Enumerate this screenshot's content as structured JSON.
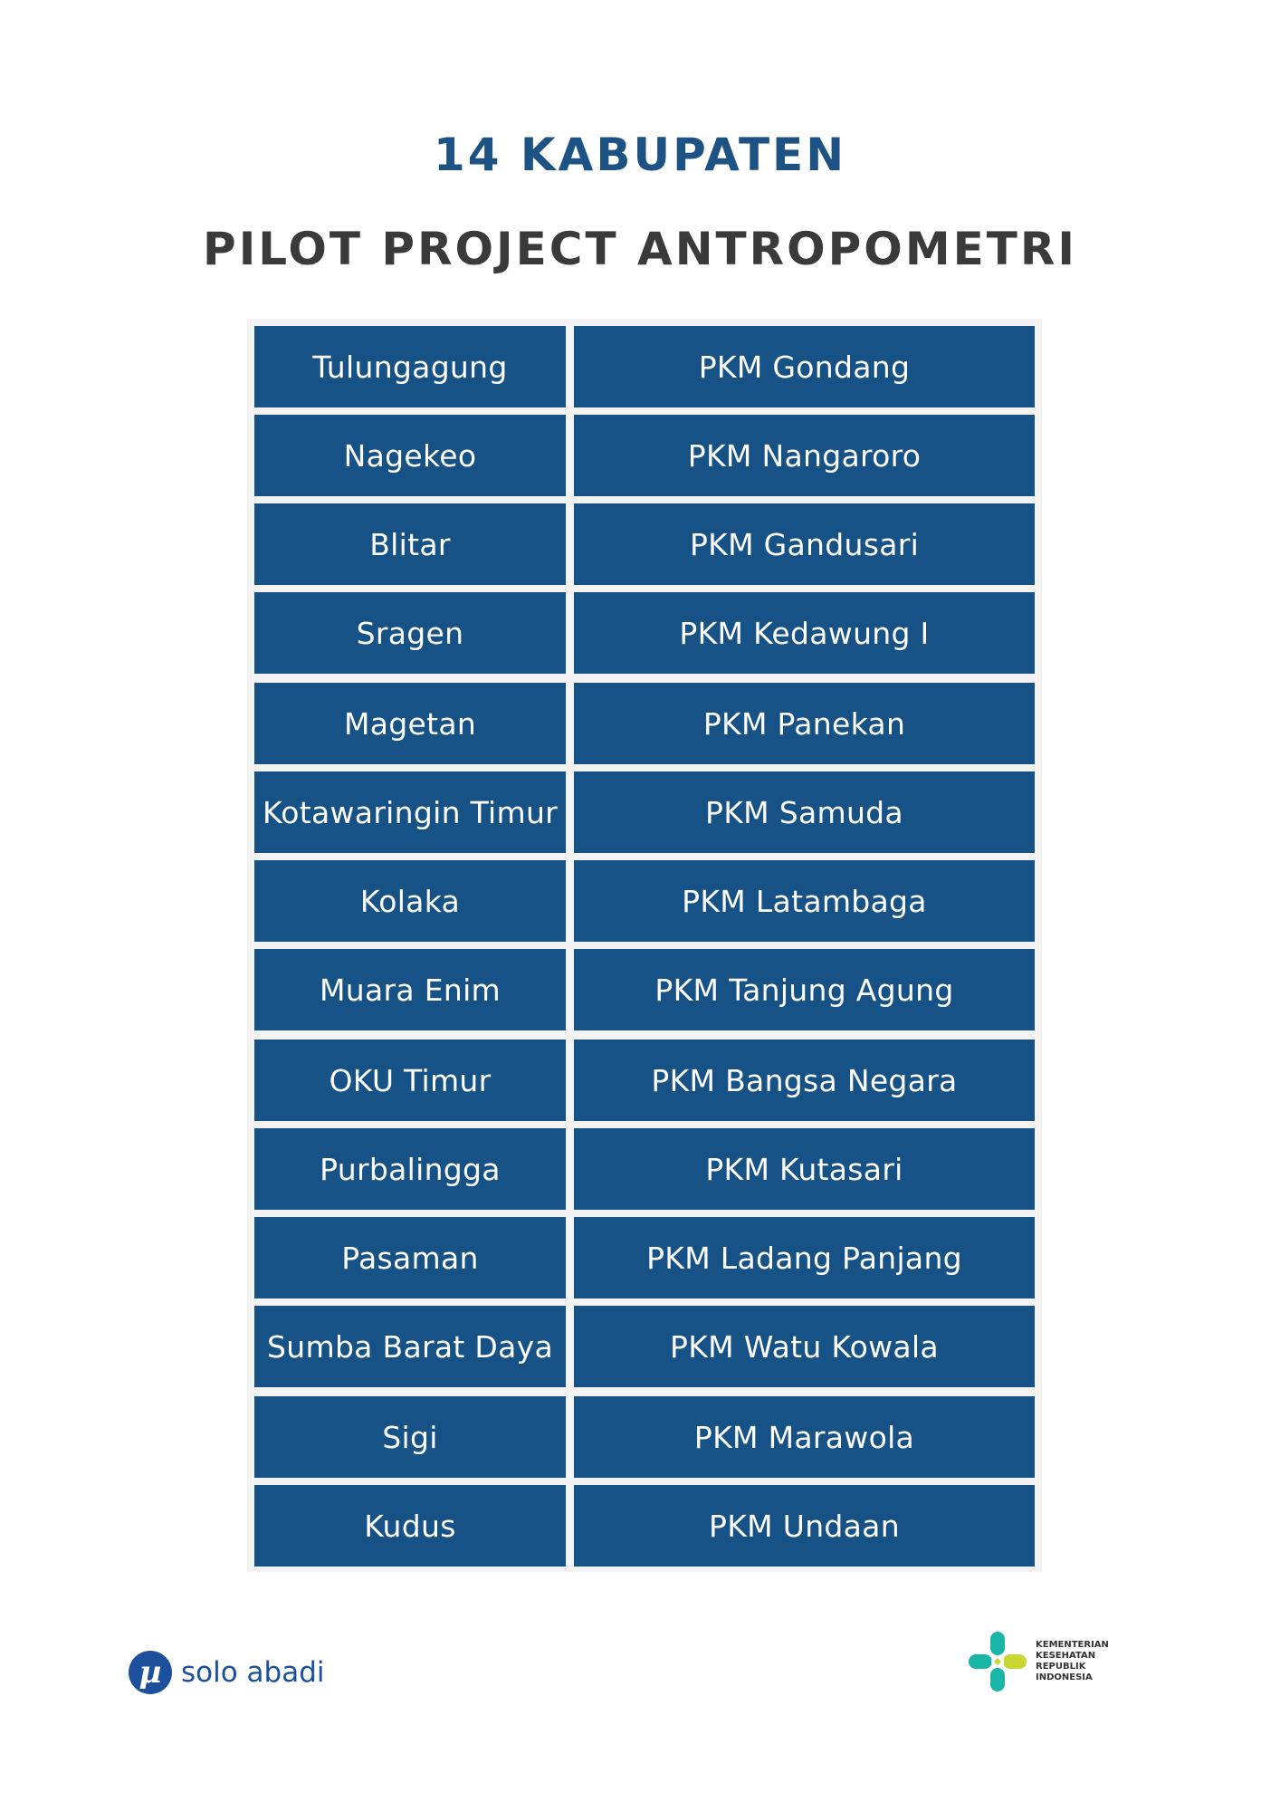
{
  "title_line1": "14 KABUPATEN",
  "title_line2": "PILOT PROJECT ANTROPOMETRI",
  "rows": [
    {
      "kabupaten": "Tulungagung",
      "pkm": "PKM Gondang"
    },
    {
      "kabupaten": "Nagekeo",
      "pkm": "PKM Nangaroro"
    },
    {
      "kabupaten": "Blitar",
      "pkm": "PKM Gandusari"
    },
    {
      "kabupaten": "Sragen",
      "pkm": "PKM Kedawung I"
    },
    {
      "kabupaten": "Magetan",
      "pkm": "PKM Panekan"
    },
    {
      "kabupaten": "Kotawaringin Timur",
      "pkm": "PKM Samuda"
    },
    {
      "kabupaten": "Kolaka",
      "pkm": "PKM Latambaga"
    },
    {
      "kabupaten": "Muara Enim",
      "pkm": "PKM Tanjung Agung"
    },
    {
      "kabupaten": "OKU Timur",
      "pkm": "PKM Bangsa Negara"
    },
    {
      "kabupaten": "Purbalingga",
      "pkm": "PKM Kutasari"
    },
    {
      "kabupaten": "Pasaman",
      "pkm": "PKM Ladang Panjang"
    },
    {
      "kabupaten": "Sumba Barat Daya",
      "pkm": "PKM Watu Kowala"
    },
    {
      "kabupaten": "Sigi",
      "pkm": "PKM Marawola"
    },
    {
      "kabupaten": "Kudus",
      "pkm": "PKM Undaan"
    }
  ],
  "footer": {
    "left_brand_icon": "µ",
    "left_brand_name": "solo abadi",
    "right_logo_lines": [
      "KEMENTERIAN",
      "KESEHATAN",
      "REPUBLIK",
      "INDONESIA"
    ]
  },
  "colors": {
    "title_blue": "#1c5284",
    "title_dark": "#3a3a3a",
    "cell_blue": "#175286",
    "cell_text": "#ffffff"
  }
}
